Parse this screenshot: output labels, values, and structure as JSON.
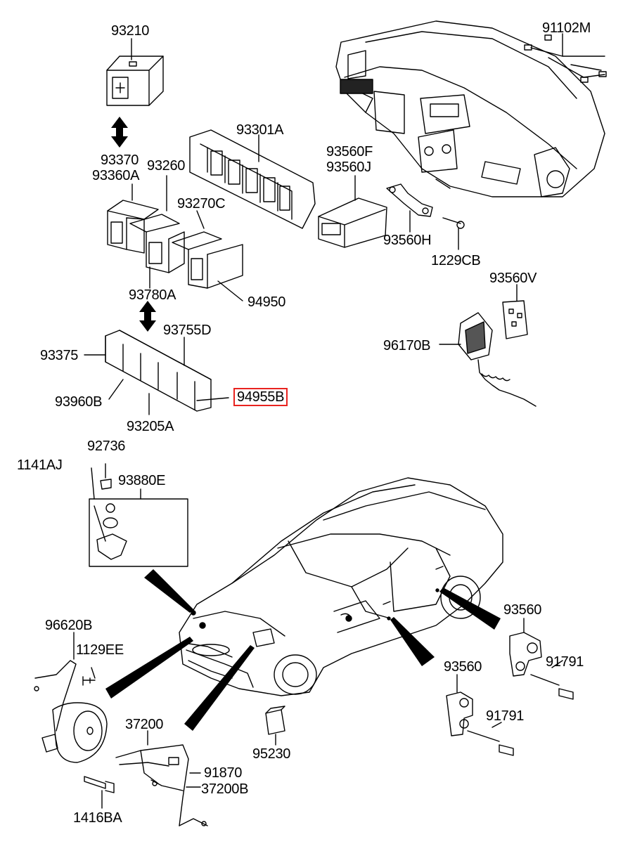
{
  "diagram": {
    "highlight_color": "#e8231f",
    "labels": {
      "p93210": "93210",
      "p91102M": "91102M",
      "p93301A": "93301A",
      "p93560F": "93560F",
      "p93560J": "93560J",
      "p93370": "93370",
      "p93360A": "93360A",
      "p93260": "93260",
      "p93270C": "93270C",
      "p93560H": "93560H",
      "p1229CB": "1229CB",
      "p93780A": "93780A",
      "p94950": "94950",
      "p93560V": "93560V",
      "p93755D": "93755D",
      "p93375": "93375",
      "p96170B": "96170B",
      "p94955B": "94955B",
      "p93960B": "93960B",
      "p93205A": "93205A",
      "p92736": "92736",
      "p1141AJ": "1141AJ",
      "p93880E": "93880E",
      "p96620B": "96620B",
      "p93560_right": "93560",
      "p1129EE": "1129EE",
      "p93560_mid": "93560",
      "p91791_right": "91791",
      "p37200": "37200",
      "p91791_mid": "91791",
      "p91870": "91870",
      "p95230": "95230",
      "p37200B": "37200B",
      "p1416BA": "1416BA"
    }
  }
}
